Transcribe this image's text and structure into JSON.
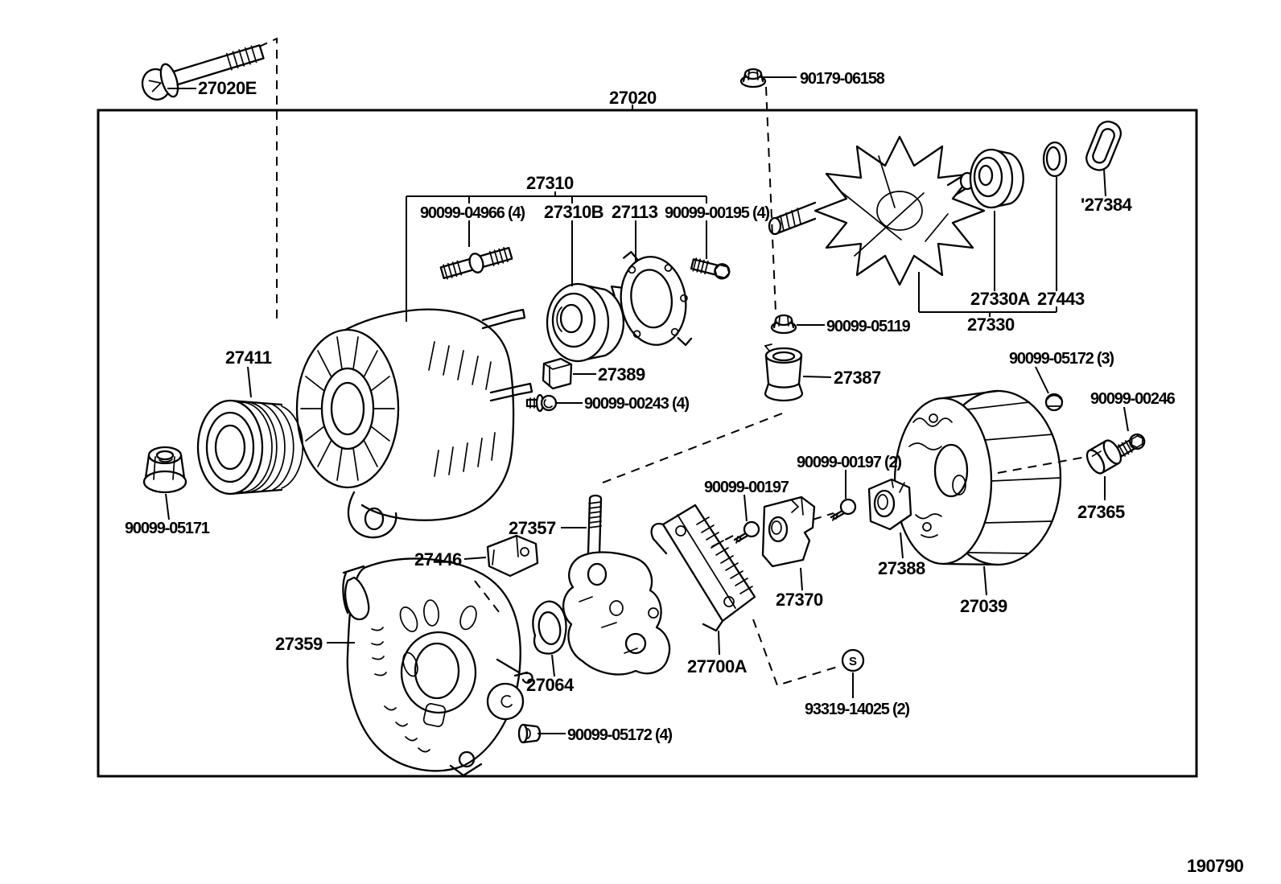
{
  "document": {
    "type": "exploded-parts-diagram",
    "subject": "alternator assembly",
    "drawing_number": "190790"
  },
  "colors": {
    "line": "#000000",
    "background": "#ffffff"
  },
  "callouts": {
    "c27020E": "27020E",
    "c90179_06158": "90179-06158",
    "c27020": "27020",
    "c27310": "27310",
    "c90099_04966_4": "90099-04966 (4)",
    "c27310B": "27310B",
    "c27113": "27113",
    "c90099_00195_4": "90099-00195 (4)",
    "c27384": "'27384",
    "c27330A": "27330A",
    "c27443": "27443",
    "c27330": "27330",
    "c90099_05119": "90099-05119",
    "c27411": "27411",
    "c27389": "27389",
    "c90099_00243_4": "90099-00243 (4)",
    "c27387": "27387",
    "c90099_05172_3": "90099-05172 (3)",
    "c90099_00246": "90099-00246",
    "c90099_05171": "90099-05171",
    "c27357": "27357",
    "c90099_00197_2": "90099-00197 (2)",
    "c90099_00197": "90099-00197",
    "c27446": "27446",
    "c27365": "27365",
    "c27388": "27388",
    "c27370": "27370",
    "c27039": "27039",
    "c27359": "27359",
    "c27064": "27064",
    "c27700A": "27700A",
    "c93319_14025_2": "93319-14025 (2)",
    "c90099_05172_4": "90099-05172 (4)",
    "s_symbol": "S"
  }
}
